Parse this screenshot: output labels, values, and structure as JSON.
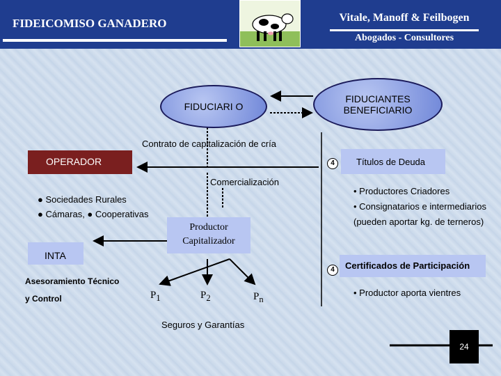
{
  "header": {
    "title": "FIDEICOMISO GANADERO",
    "firm_name": "Vitale, Manoff & Feilbogen",
    "firm_subtitle": "Abogados - Consultores"
  },
  "nodes": {
    "fiduciario": "FIDUCIARI O",
    "fiduciantes": "FIDUCIANTES BENEFICIARIO",
    "operador": "OPERADOR",
    "titulos": "Títulos de Deuda",
    "productor": "Productor Capitalizador",
    "inta": "INTA",
    "certificados": "Certificados de Participación"
  },
  "labels": {
    "contrato": "Contrato de capitalización de cría",
    "comercializacion": "Comercialización",
    "sociedades": "● Sociedades Rurales",
    "camaras": "● Cámaras, ● Cooperativas",
    "asesoramiento_1": "Asesoramiento Técnico",
    "asesoramiento_2": "y Control",
    "seguros": "Seguros y Garantías",
    "productores_1": "• Productores Criadores",
    "productores_2": "• Consignatarios e intermediarios",
    "productores_3": "(pueden aportar kg. de terneros)",
    "productor_aporta": "• Productor aporta vientres",
    "badge": "4"
  },
  "p_items": [
    {
      "base": "P",
      "sub": "1"
    },
    {
      "base": "P",
      "sub": "2"
    },
    {
      "base": "P",
      "sub": "n"
    }
  ],
  "page_number": "24",
  "colors": {
    "header": "#1f3d8f",
    "operador_box": "#7a1f1f",
    "ellipse": "#8fa2e6",
    "page_box": "#000000"
  }
}
